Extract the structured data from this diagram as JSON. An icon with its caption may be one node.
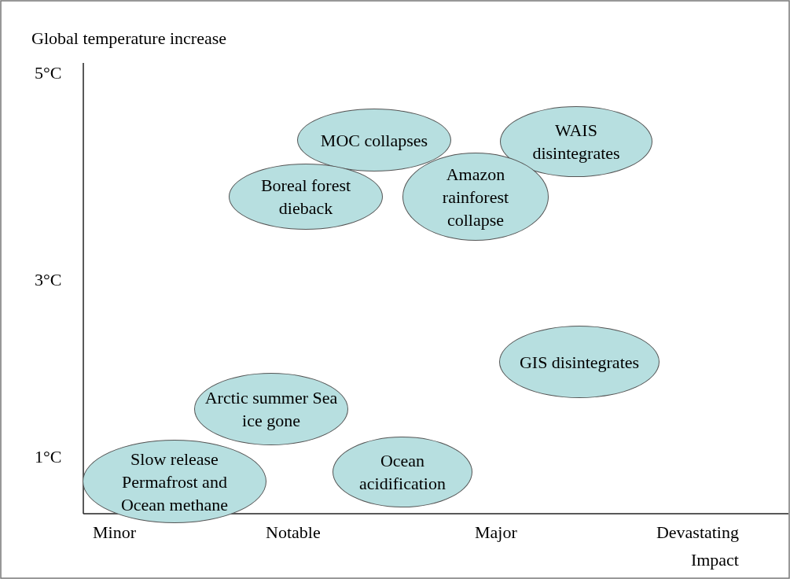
{
  "diagram": {
    "nodes": [
      {
        "text": [
          "MOC collapses"
        ]
      },
      {
        "text": [
          "WAIS disintegrates"
        ]
      },
      {
        "text": [
          "Boreal forest dieback"
        ]
      },
      {
        "text": [
          "Amazon rainforest collapse"
        ]
      },
      {
        "text": [
          "GIS disintegrates"
        ]
      },
      {
        "text": [
          "Arctic summer Sea ice gone"
        ]
      },
      {
        "text": [
          "Slow release Permafrost and Ocean methane"
        ]
      },
      {
        "text": [
          "Ocean acidification"
        ]
      }
    ],
    "labels": [
      "Global temperature increase",
      "5°C",
      "3°C",
      "1°C",
      "Minor",
      "Notable",
      "Major",
      "Devastating",
      "Impact"
    ]
  }
}
